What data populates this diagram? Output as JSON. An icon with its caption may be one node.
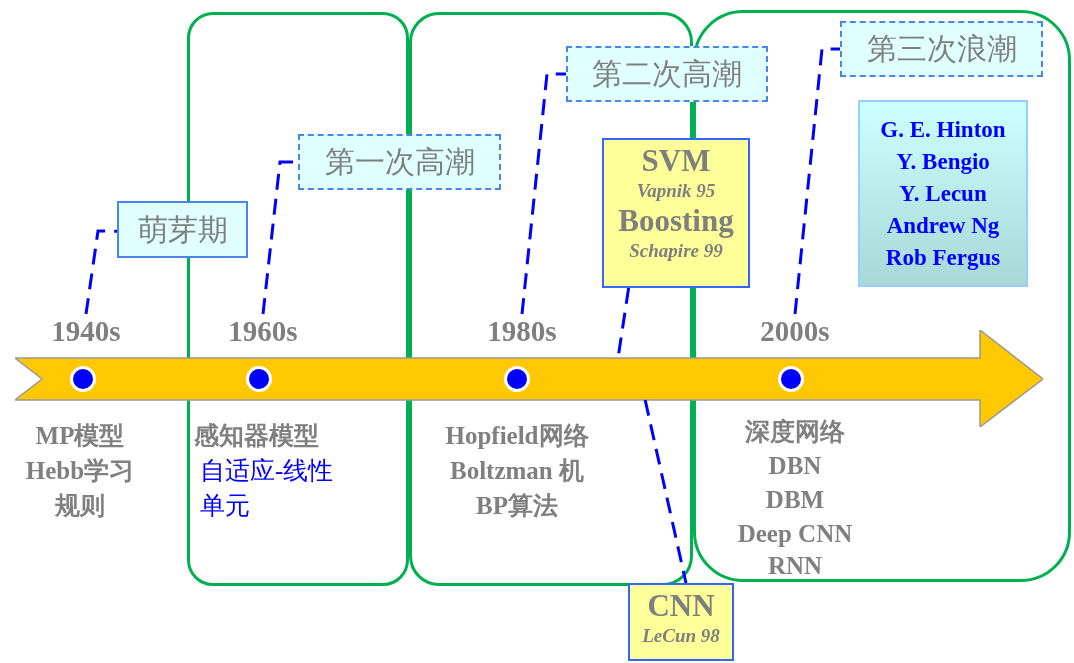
{
  "diagram": {
    "nodes": [
      {
        "text": [
          "萌芽期"
        ]
      },
      {
        "text": [
          "第一次高潮"
        ]
      },
      {
        "text": [
          "第二次高潮"
        ]
      },
      {
        "text": [
          "第三次浪潮"
        ]
      },
      {
        "text": [
          "SVM",
          "Vapnik 95",
          "Boosting",
          "Schapire 99"
        ]
      },
      {
        "text": [
          "G. E. Hinton",
          "Y. Bengio",
          "Y. Lecun",
          "Andrew Ng",
          "Rob Fergus"
        ]
      },
      {
        "text": [
          "CNN",
          "LeCun 98"
        ]
      },
      {
        "text": [
          "1940s"
        ]
      },
      {
        "text": [
          "1960s"
        ]
      },
      {
        "text": [
          "1980s"
        ]
      },
      {
        "text": [
          "2000s"
        ]
      },
      {
        "text": [],
        "shape": "arrow"
      }
    ],
    "edges": [
      {
        "from": 7,
        "to": 0,
        "arrow": "none",
        "style": "dashed"
      },
      {
        "from": 8,
        "to": 1,
        "arrow": "none",
        "style": "dashed"
      },
      {
        "from": 9,
        "to": 2,
        "arrow": "none",
        "style": "dashed"
      },
      {
        "from": 10,
        "to": 3,
        "arrow": "none",
        "style": "dashed"
      },
      {
        "from": 4,
        "to": 11,
        "arrow": "none",
        "style": "dashed"
      },
      {
        "from": 11,
        "to": 6,
        "arrow": "none",
        "style": "dashed"
      }
    ],
    "labels": [
      "MP模型",
      "Hebb学习规则",
      "感知器模型",
      "自适应-线性单元",
      "Hopfield网络",
      "Boltzman 机",
      "BP算法",
      "深度网络",
      "DBN",
      "DBM",
      "Deep CNN",
      "RNN"
    ]
  }
}
